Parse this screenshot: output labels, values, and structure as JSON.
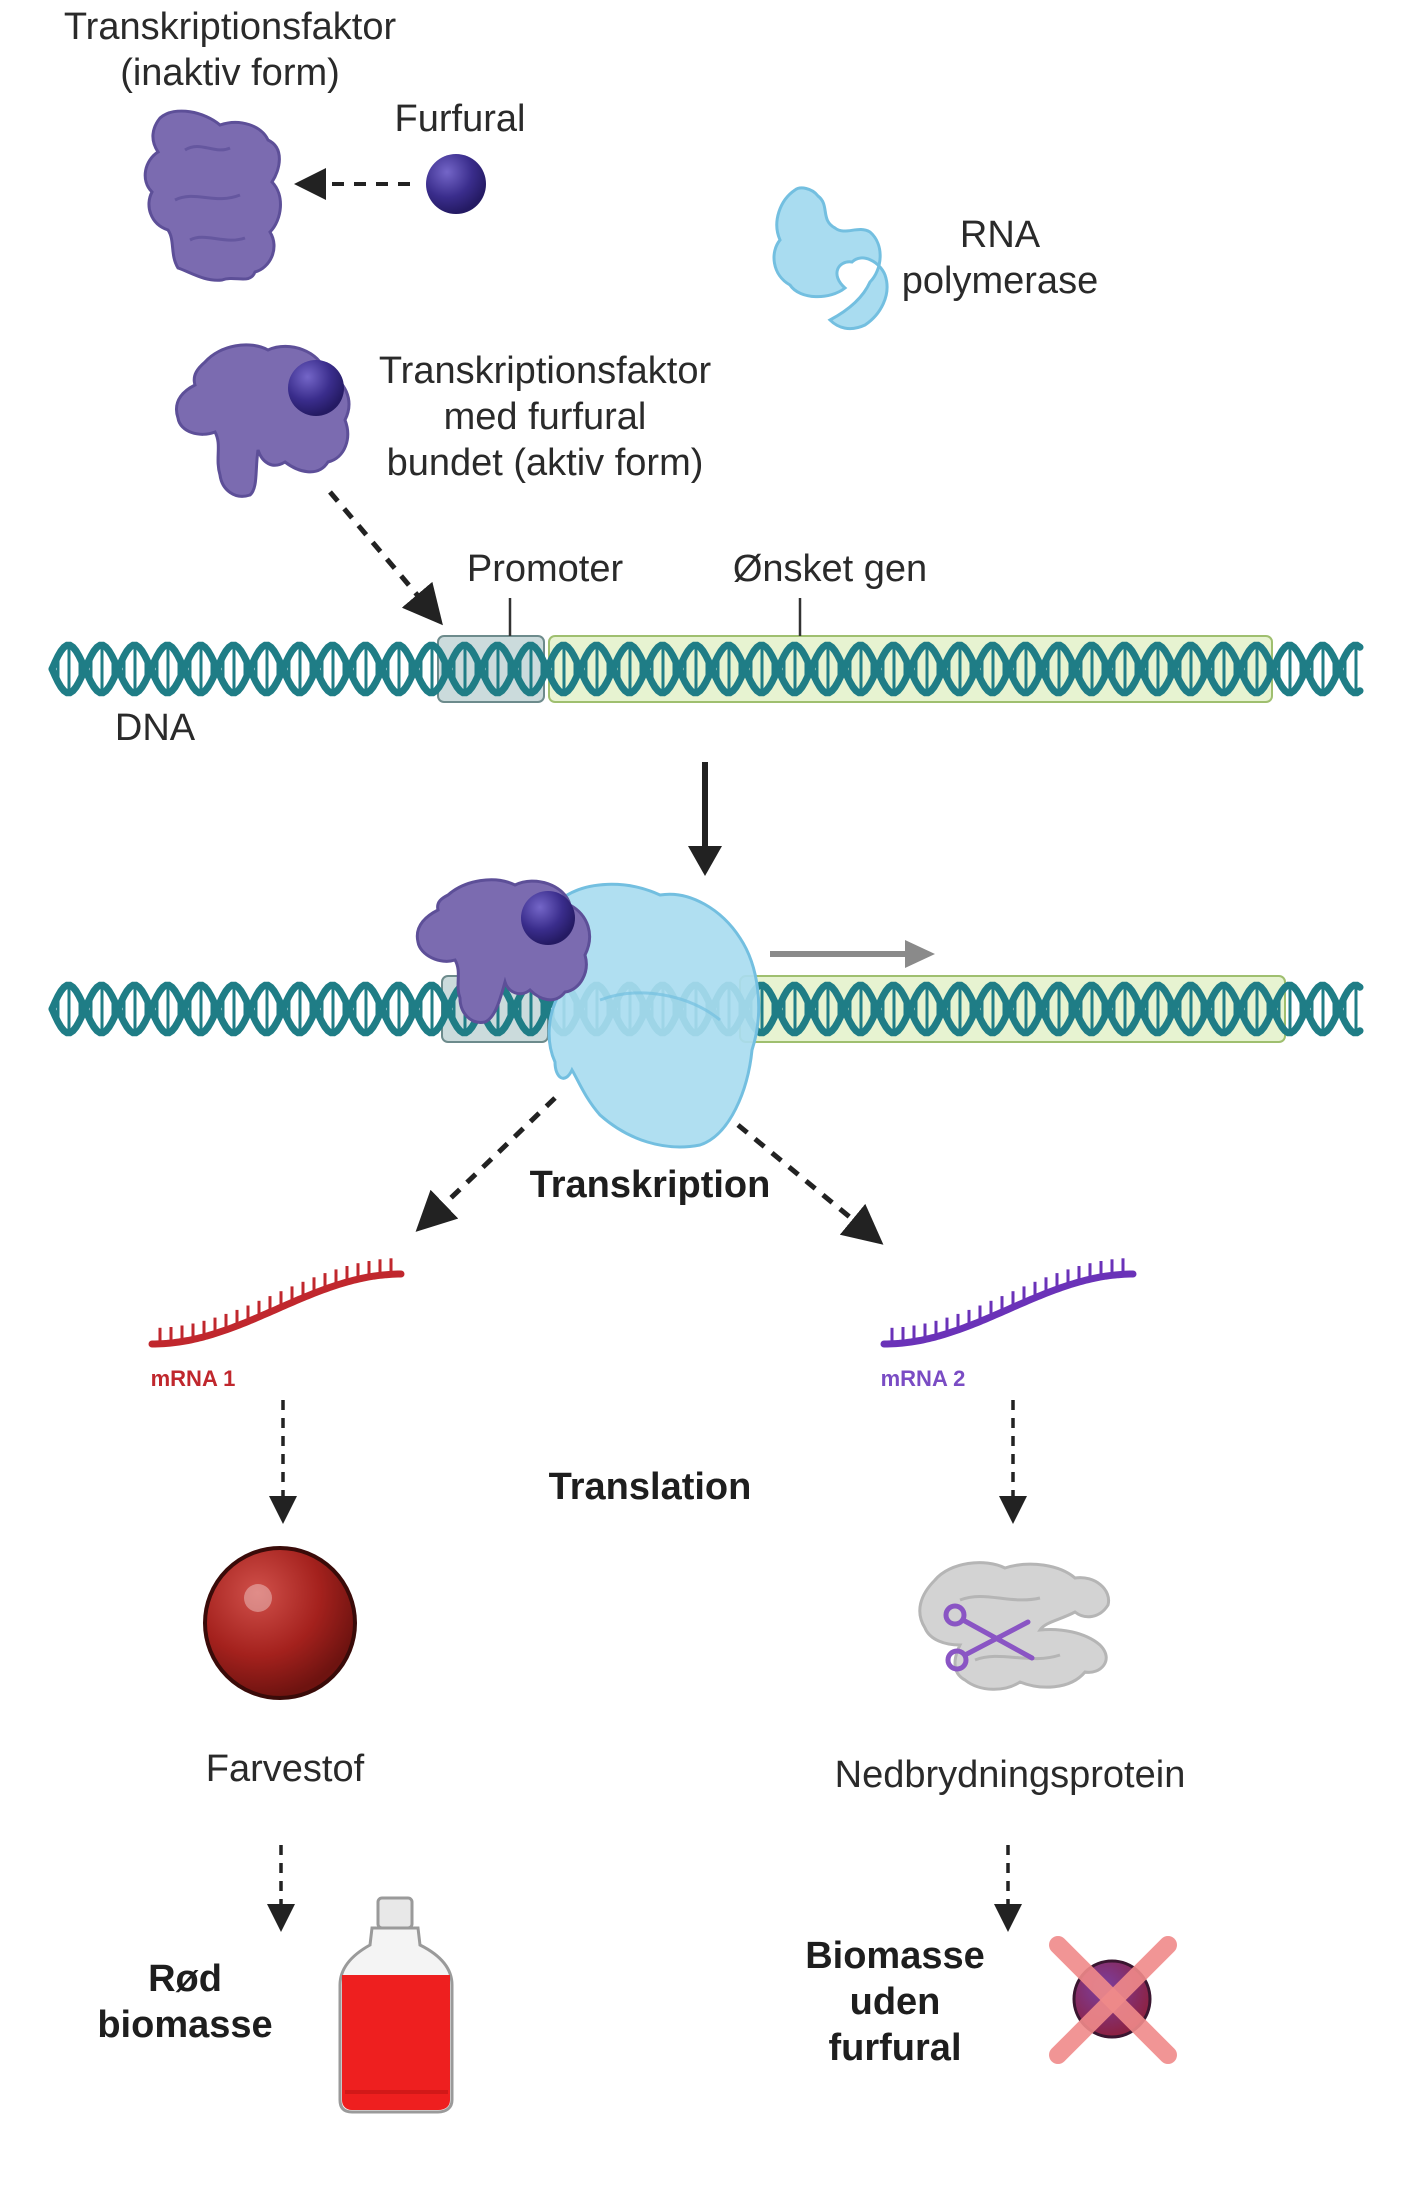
{
  "labels": {
    "tf_inactive": [
      "Transkriptionsfaktor",
      "(inaktiv form)"
    ],
    "furfural": "Furfural",
    "rna_pol": [
      "RNA",
      "polymerase"
    ],
    "tf_active": [
      "Transkriptionsfaktor",
      "med furfural",
      "bundet (aktiv form)"
    ],
    "promoter": "Promoter",
    "gene": "Ønsket gen",
    "dna": "DNA",
    "transcription": "Transkription",
    "mrna1": "mRNA 1",
    "mrna2": "mRNA 2",
    "translation": "Translation",
    "dye": "Farvestof",
    "degrader": "Nedbrydningsprotein",
    "red_biomass": [
      "Rød",
      "biomasse"
    ],
    "biomass_no_furfural": [
      "Biomasse",
      "uden",
      "furfural"
    ]
  },
  "colors": {
    "tf_purple": "#7b6bb0",
    "furfural_ball": "#3b2f8f",
    "rna_pol": "#a9dcf0",
    "dna_teal": "#1f7d86",
    "promoter_box": "#b9cfd0",
    "gene_box": "#e3f1c9",
    "mrna1": "#c0272d",
    "mrna2": "#6a32b8",
    "dye_ball": "#a8221f",
    "degrader_grey": "#cfcfcf",
    "flask_red": "#ee1f1f",
    "cross_pink": "#f08a8a"
  }
}
